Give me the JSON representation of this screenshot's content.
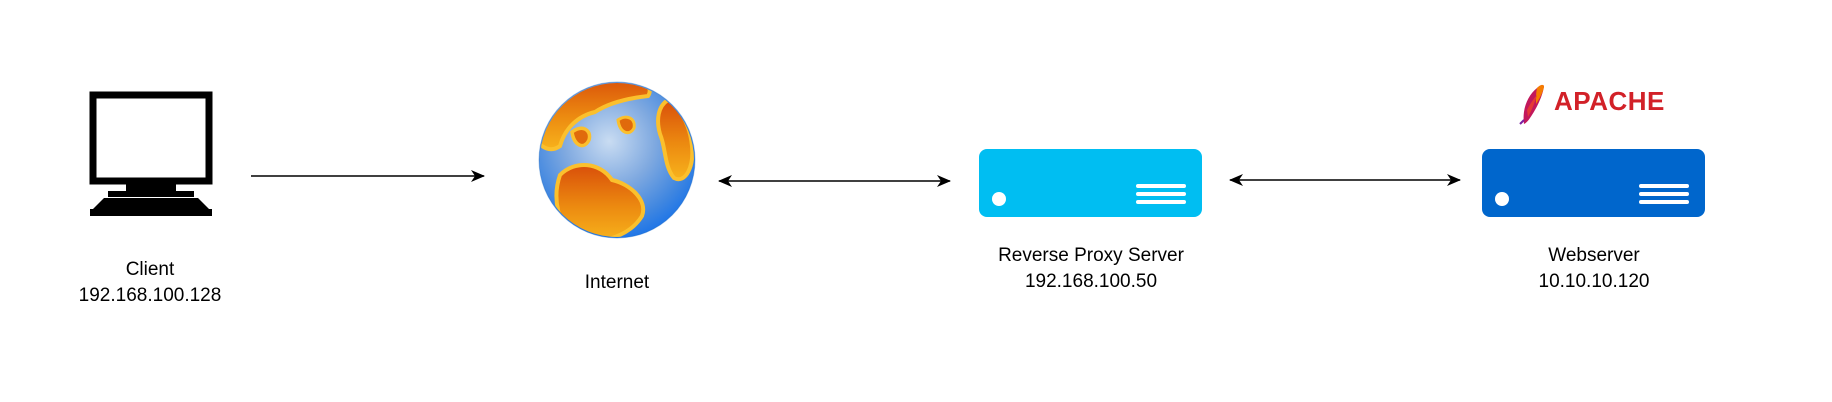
{
  "nodes": {
    "client": {
      "name": "Client",
      "ip": "192.168.100.128",
      "icon": "computer-monitor-icon"
    },
    "internet": {
      "name": "Internet",
      "icon": "globe-icon"
    },
    "proxy": {
      "name": "Reverse Proxy Server",
      "ip": "192.168.100.50",
      "icon": "server-icon",
      "color": "#00BEF2"
    },
    "webserver": {
      "name": "Webserver",
      "ip": "10.10.10.120",
      "icon": "server-icon",
      "color": "#0066CC"
    }
  },
  "apache_logo": {
    "text": "APACHE",
    "color": "#D22128",
    "icon": "apache-feather-icon"
  },
  "connections": [
    {
      "from": "Client",
      "to": "Internet",
      "direction": "one-way"
    },
    {
      "from": "Internet",
      "to": "Reverse Proxy Server",
      "direction": "bidirectional"
    },
    {
      "from": "Reverse Proxy Server",
      "to": "Webserver",
      "direction": "bidirectional"
    }
  ]
}
